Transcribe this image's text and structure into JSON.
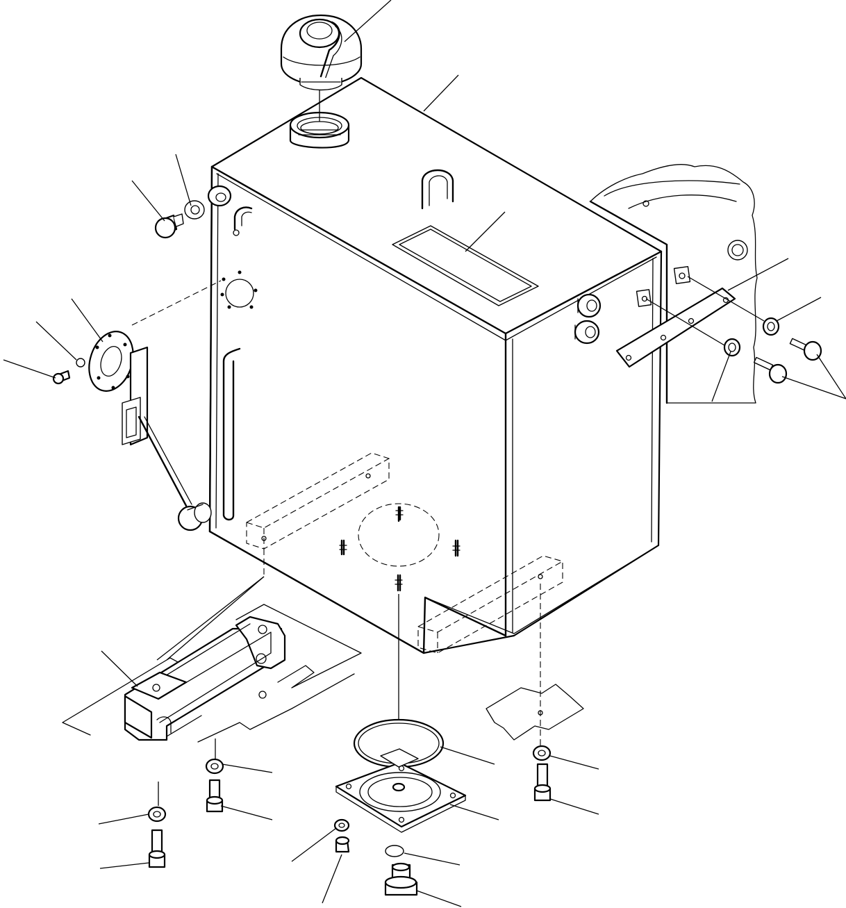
{
  "diagram": {
    "kind": "exploded-parts-view",
    "subject": "tank",
    "colors": {
      "ink": "#000000",
      "paper": "#ffffff"
    },
    "callout_count": 21,
    "parts": [
      "filler-cap",
      "filler-neck",
      "tank-body",
      "label-plate",
      "level-gauge-flange",
      "level-sender",
      "drain-plug-top",
      "mounting-strap",
      "mounting-bracket",
      "suction-strainer-cover",
      "o-ring",
      "drain-plug-bottom",
      "bolts-and-washers"
    ]
  }
}
